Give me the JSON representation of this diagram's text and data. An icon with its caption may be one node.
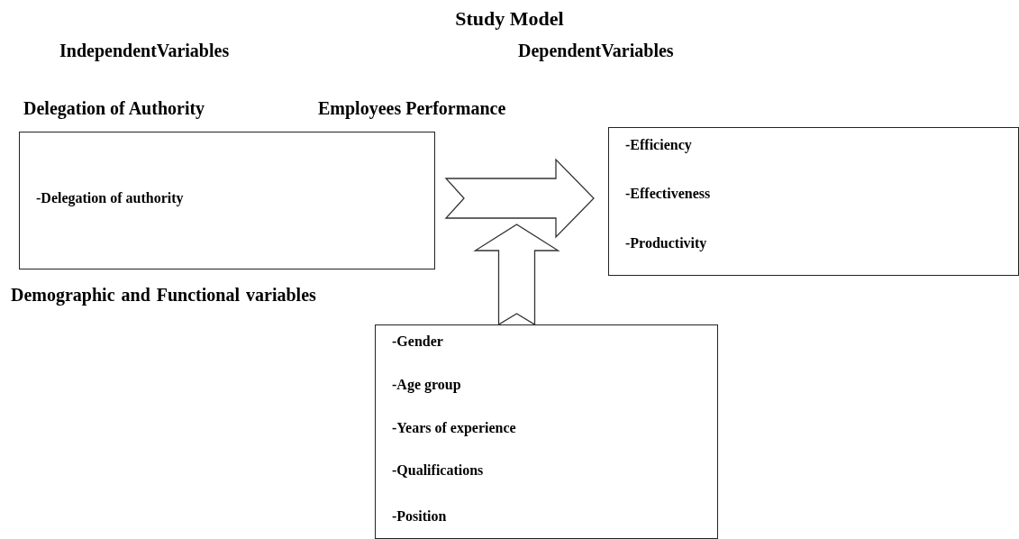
{
  "diagram": {
    "title": "Study Model",
    "nodes": [
      {
        "text": [
          "-Delegation of authority"
        ]
      },
      {
        "text": [
          "-Efficiency",
          "-Effectiveness",
          "-Productivity"
        ]
      },
      {
        "text": [
          "-Gender",
          "-Age group",
          "-Years of experience",
          "-Qualifications",
          "-Position"
        ]
      }
    ],
    "edges": [
      {
        "from": 0,
        "to": 1,
        "arrow": "to"
      },
      {
        "from": 2,
        "to": null,
        "arrow": "to"
      }
    ],
    "labels": [
      "IndependentVariables",
      "DependentVariables",
      "Delegation of Authority",
      "Employees Performance",
      "Demographic and Functional variables"
    ]
  }
}
